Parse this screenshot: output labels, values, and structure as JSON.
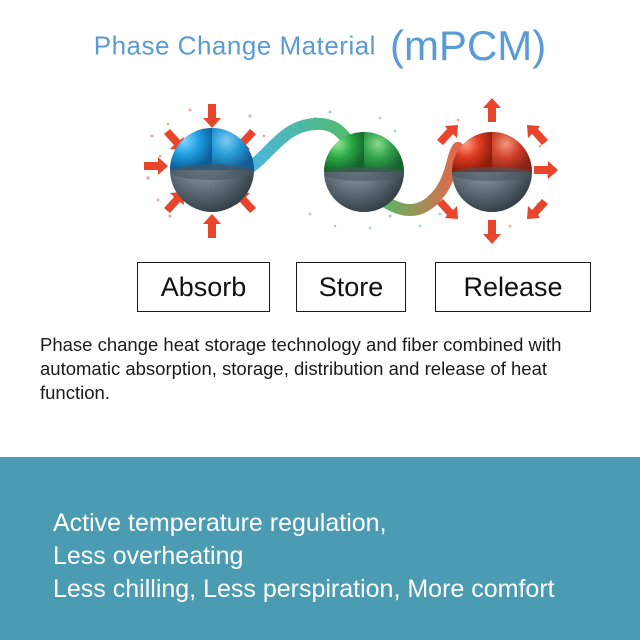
{
  "title": {
    "main": "Phase Change Material",
    "abbr": "(mPCM)"
  },
  "graphic": {
    "icons": [
      "absorbing-sphere-icon",
      "storing-sphere-icon",
      "releasing-sphere-icon"
    ],
    "colors": {
      "absorb": "#2aa7e6",
      "store": "#35b04a",
      "release": "#e24a2a",
      "arrow": "#e8452c",
      "flow": "#2fb5a5"
    }
  },
  "stages": {
    "absorb": "Absorb",
    "store": "Store",
    "release": "Release"
  },
  "description": "Phase change heat storage technology and fiber combined with automatic absorption, storage, distribution and release of heat function.",
  "benefits": [
    "Active temperature regulation,",
    "Less overheating",
    "Less chilling, Less perspiration, More comfort"
  ],
  "colors": {
    "title": "#5b9bd5",
    "panel": "#4b9bb3",
    "panel_text": "#ffffff"
  }
}
